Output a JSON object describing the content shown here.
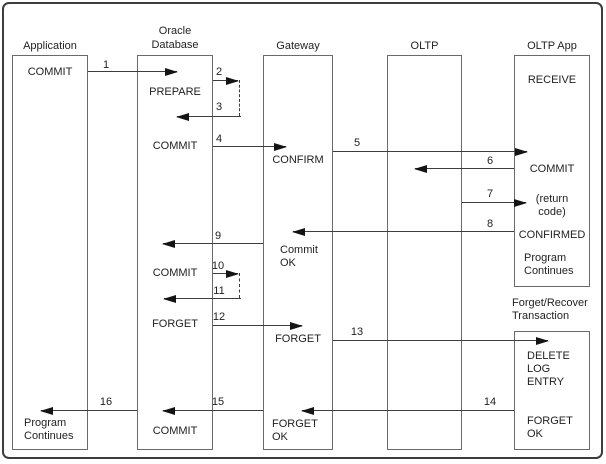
{
  "columns": {
    "application": {
      "header": "Application"
    },
    "oracle_database": {
      "header_line1": "Oracle",
      "header_line2": "Database"
    },
    "gateway": {
      "header": "Gateway"
    },
    "oltp": {
      "header": "OLTP"
    },
    "oltp_app": {
      "header": "OLTP App"
    },
    "forget_recover": {
      "header_line1": "Forget/Recover",
      "header_line2": "Transaction"
    }
  },
  "application": {
    "commit": "COMMIT",
    "program_line1": "Program",
    "program_line2": "Continues"
  },
  "oracle_database": {
    "prepare": "PREPARE",
    "commit_phase1": "COMMIT",
    "commit_phase2": "COMMIT",
    "forget": "FORGET",
    "commit_final": "COMMIT"
  },
  "gateway": {
    "confirm": "CONFIRM",
    "commit_ok_line1": "Commit",
    "commit_ok_line2": "OK",
    "forget": "FORGET",
    "forget_ok_line1": "FORGET",
    "forget_ok_line2": "OK"
  },
  "oltp_app": {
    "receive": "RECEIVE",
    "commit": "COMMIT",
    "return_code_line1": "(return",
    "return_code_line2": "code)",
    "confirmed": "CONFIRMED",
    "program_line1": "Program",
    "program_line2": "Continues"
  },
  "forget_recover": {
    "delete_line1": "DELETE",
    "delete_line2": "LOG",
    "delete_line3": "ENTRY",
    "forget_ok_line1": "FORGET",
    "forget_ok_line2": "OK"
  },
  "steps": {
    "1": "1",
    "2": "2",
    "3": "3",
    "4": "4",
    "5": "5",
    "6": "6",
    "7": "7",
    "8": "8",
    "9": "9",
    "10": "10",
    "11": "11",
    "12": "12",
    "13": "13",
    "14": "14",
    "15": "15",
    "16": "16"
  },
  "colors": {
    "line": "#3d3d3d",
    "box_border": "#6a6a6a",
    "text": "#1f1f1f",
    "background": "#ffffff"
  }
}
